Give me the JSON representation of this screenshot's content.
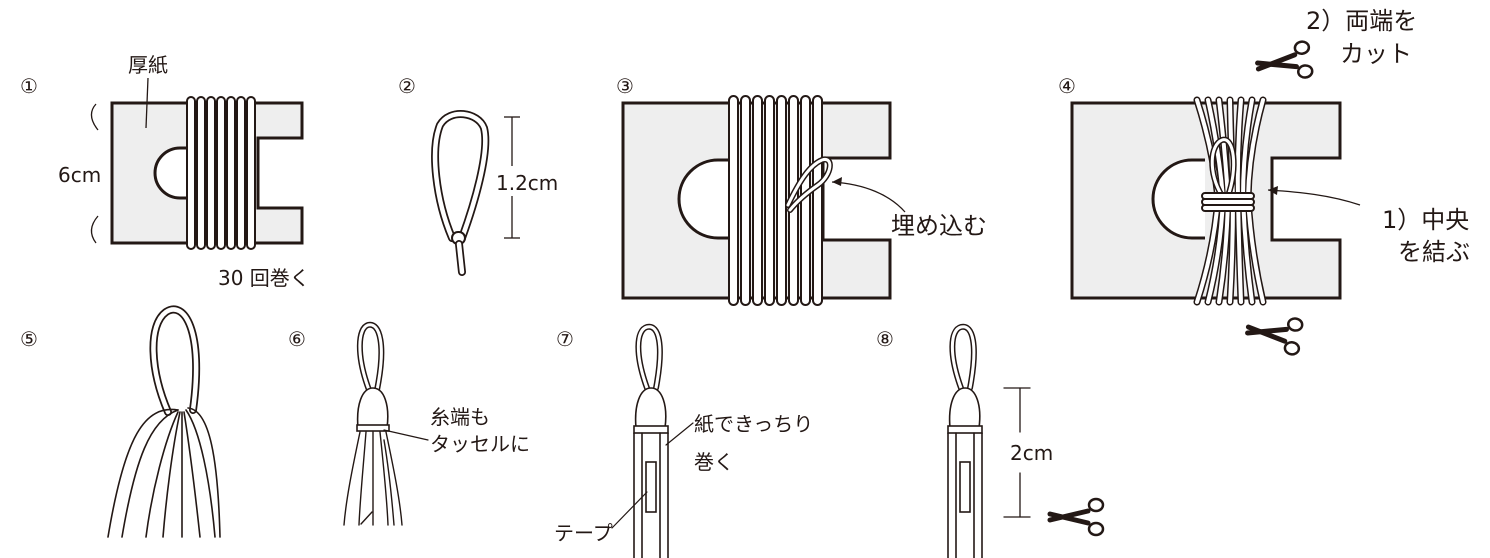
{
  "steps": {
    "s1": {
      "num": "①",
      "label_card": "厚紙",
      "label_height": "6cm",
      "label_wraps": "30 回巻く"
    },
    "s2": {
      "num": "②",
      "label_length": "1.2cm"
    },
    "s3": {
      "num": "③",
      "label_embed": "埋め込む"
    },
    "s4": {
      "num": "④",
      "label_cut_line1": "2）両端を",
      "label_cut_line2": "カット",
      "label_tie_line1": "1）中央",
      "label_tie_line2": "を結ぶ"
    },
    "s5": {
      "num": "⑤"
    },
    "s6": {
      "num": "⑥",
      "label_line1": "糸端も",
      "label_line2": "タッセルに"
    },
    "s7": {
      "num": "⑦",
      "label_wrap_line1": "紙できっちり",
      "label_wrap_line2": "巻く",
      "label_tape": "テープ"
    },
    "s8": {
      "num": "⑧",
      "label_length": "2cm"
    }
  },
  "icons": [
    "scissors-icon"
  ],
  "colors": {
    "stroke": "#231815",
    "card": "#eeeeee",
    "background": "#ffffff"
  }
}
